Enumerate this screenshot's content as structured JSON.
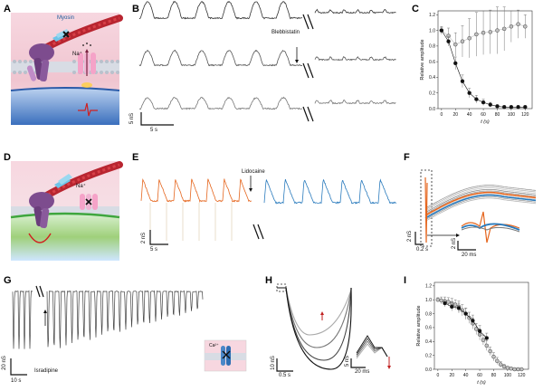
{
  "panels": {
    "A": {
      "letter": "A",
      "myosin_label": "Myosin",
      "na_label": "Na⁺"
    },
    "B": {
      "letter": "B",
      "annotation": "Blebbistatin",
      "scale_y": "5 nS",
      "scale_x": "5 s"
    },
    "C": {
      "letter": "C"
    },
    "D": {
      "letter": "D",
      "na_label": "Na⁺"
    },
    "E": {
      "letter": "E",
      "annotation": "Lidocaine",
      "scale_y": "2 nS",
      "scale_x": "5 s"
    },
    "F": {
      "letter": "F",
      "scale_y_main": "2 nS",
      "scale_x_main": "0.2 s",
      "scale_y_inset": "2 nS",
      "scale_x_inset": "20 ms"
    },
    "G": {
      "letter": "G",
      "annotation": "Isradipine",
      "scale_y": "20 nS",
      "scale_x": "10 s",
      "ca_label": "Ca²⁺"
    },
    "H": {
      "letter": "H",
      "scale_y_main": "10 nS",
      "scale_x_main": "0.5 s",
      "scale_y_inset": "5 nS",
      "scale_x_inset": "20 ms"
    },
    "I": {
      "letter": "I"
    }
  },
  "chart_data": [
    {
      "type": "scatter",
      "panel": "C",
      "xlabel": "t (s)",
      "ylabel": "Relative amplitude",
      "xlim": [
        -5,
        130
      ],
      "ylim": [
        0,
        1.25
      ],
      "xticks": [
        "0",
        "20",
        "40",
        "60",
        "80",
        "100",
        "120"
      ],
      "yticks": [
        "0.0",
        "0.2",
        "0.4",
        "0.6",
        "0.8",
        "1.0",
        "1.2"
      ],
      "series": [
        {
          "color": "#c0c0c0",
          "x": [
            0,
            10,
            20,
            30,
            40,
            50,
            60,
            70,
            80,
            90,
            100,
            110,
            120
          ],
          "y": [
            1.0,
            0.93,
            0.82,
            0.86,
            0.9,
            0.95,
            0.97,
            0.98,
            1.0,
            1.02,
            1.05,
            1.08,
            1.05
          ],
          "err": [
            0.05,
            0.1,
            0.15,
            0.2,
            0.25,
            0.28,
            0.28,
            0.28,
            0.3,
            0.28,
            0.2,
            0.18,
            0.15
          ]
        },
        {
          "color": "#111111",
          "x": [
            0,
            10,
            20,
            30,
            40,
            50,
            60,
            70,
            80,
            90,
            100,
            110,
            120
          ],
          "y": [
            1.0,
            0.86,
            0.58,
            0.35,
            0.2,
            0.12,
            0.08,
            0.05,
            0.03,
            0.02,
            0.02,
            0.02,
            0.02
          ],
          "err": [
            0.04,
            0.06,
            0.08,
            0.08,
            0.06,
            0.05,
            0.04,
            0.03,
            0.02,
            0.02,
            0.02,
            0.02,
            0.02
          ]
        }
      ]
    },
    {
      "type": "scatter",
      "panel": "I",
      "xlabel": "t (s)",
      "ylabel": "Relative amplitude",
      "xlim": [
        -5,
        130
      ],
      "ylim": [
        0,
        1.25
      ],
      "xticks": [
        "0",
        "20",
        "40",
        "60",
        "80",
        "100",
        "120"
      ],
      "yticks": [
        "0.0",
        "0.2",
        "0.4",
        "0.6",
        "0.8",
        "1.0",
        "1.2"
      ],
      "series": [
        {
          "color": "#c0c0c0",
          "x": [
            0,
            5,
            10,
            15,
            20,
            25,
            30,
            35,
            40,
            45,
            50,
            55,
            60,
            65,
            70,
            75,
            80,
            85,
            90,
            95,
            100,
            105,
            110,
            115,
            120
          ],
          "y": [
            1.0,
            0.99,
            0.98,
            0.97,
            0.95,
            0.93,
            0.9,
            0.85,
            0.8,
            0.74,
            0.66,
            0.58,
            0.5,
            0.42,
            0.34,
            0.26,
            0.18,
            0.12,
            0.07,
            0.04,
            0.02,
            0.01,
            0.0,
            0.0,
            0.0
          ],
          "err": [
            0.03,
            0.05,
            0.06,
            0.06,
            0.07,
            0.07,
            0.08,
            0.08,
            0.08,
            0.08,
            0.08,
            0.08,
            0.08,
            0.07,
            0.07,
            0.06,
            0.06,
            0.05,
            0.04,
            0.03,
            0.02,
            0.02,
            0.01,
            0.01,
            0.01
          ]
        },
        {
          "color": "#111111",
          "x": [
            10,
            20,
            30,
            40,
            50,
            60,
            70
          ],
          "y": [
            0.95,
            0.9,
            0.88,
            0.8,
            0.7,
            0.55,
            0.45
          ],
          "err": [
            0.05,
            0.06,
            0.07,
            0.08,
            0.08,
            0.08,
            0.07
          ]
        }
      ]
    }
  ],
  "colors": {
    "orange": "#e5651d",
    "blue": "#2a7bbd",
    "membrane_pink": "#f2b8c0",
    "membrane_blue": "#3b79c4",
    "actin_red": "#c0242d",
    "myosin_purple": "#7a4a8a",
    "trace_dark": "#555555",
    "trace_light": "#aaaaaa"
  }
}
